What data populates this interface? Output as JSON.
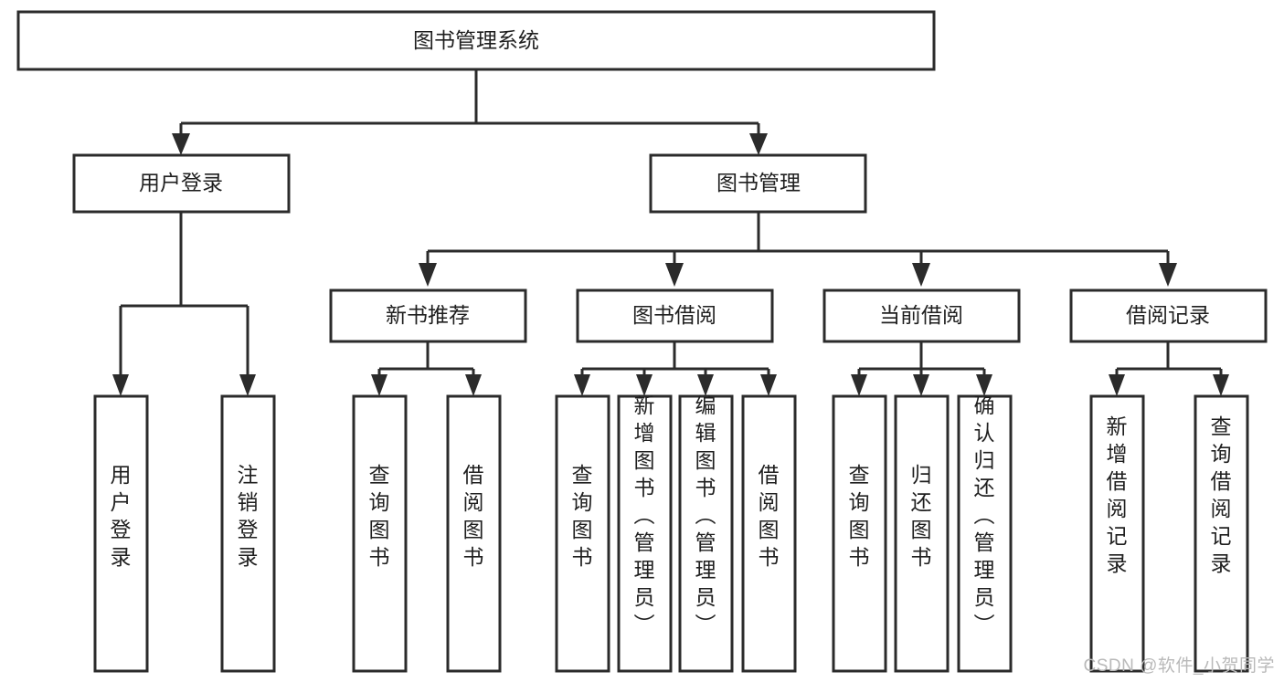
{
  "diagram": {
    "title": "图书管理系统",
    "type": "tree-hierarchy-flowchart",
    "colors": {
      "box_border": "#2b2b2b",
      "box_fill": "#ffffff",
      "text": "#1f1f1f",
      "connector": "#2b2b2b",
      "watermark": "#b9b9b9",
      "background": "#ffffff"
    },
    "root": {
      "label": "图书管理系统"
    },
    "level2": [
      {
        "label": "用户登录"
      },
      {
        "label": "图书管理"
      }
    ],
    "level3": [
      {
        "label": "新书推荐"
      },
      {
        "label": "图书借阅"
      },
      {
        "label": "当前借阅"
      },
      {
        "label": "借阅记录"
      }
    ],
    "leaves": {
      "user_login": [
        {
          "label": "用户登录"
        },
        {
          "label": "注销登录"
        }
      ],
      "new_book_recommend": [
        {
          "label": "查询图书"
        },
        {
          "label": "借阅图书"
        }
      ],
      "book_borrow": [
        {
          "label": "查询图书"
        },
        {
          "label": "新增图书（管理员）"
        },
        {
          "label": "编辑图书（管理员）"
        },
        {
          "label": "借阅图书"
        }
      ],
      "current_borrow": [
        {
          "label": "查询图书"
        },
        {
          "label": "归还图书"
        },
        {
          "label": "确认归还（管理员）"
        }
      ],
      "borrow_record": [
        {
          "label": "新增借阅记录"
        },
        {
          "label": "查询借阅记录"
        }
      ]
    }
  },
  "watermark": {
    "text": "CSDN @软件_小贺同学"
  }
}
